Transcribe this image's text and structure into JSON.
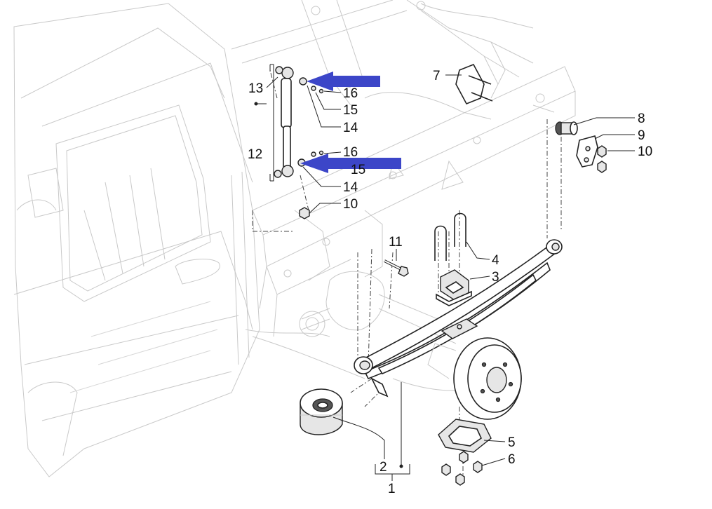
{
  "diagram": {
    "accent_color": "#3c46c8",
    "callouts": [
      {
        "id": "c13",
        "label": "13"
      },
      {
        "id": "c16a",
        "label": "16"
      },
      {
        "id": "c15",
        "label": "15"
      },
      {
        "id": "c14a",
        "label": "14"
      },
      {
        "id": "c12",
        "label": "12"
      },
      {
        "id": "c16b",
        "label": "16"
      },
      {
        "id": "c15b",
        "label": "15"
      },
      {
        "id": "c14b",
        "label": "14"
      },
      {
        "id": "c10a",
        "label": "10"
      },
      {
        "id": "c7",
        "label": "7"
      },
      {
        "id": "c8",
        "label": "8"
      },
      {
        "id": "c9",
        "label": "9"
      },
      {
        "id": "c10b",
        "label": "10"
      },
      {
        "id": "c11",
        "label": "11"
      },
      {
        "id": "c4",
        "label": "4"
      },
      {
        "id": "c3",
        "label": "3"
      },
      {
        "id": "c5",
        "label": "5"
      },
      {
        "id": "c6",
        "label": "6"
      },
      {
        "id": "c2",
        "label": "2"
      },
      {
        "id": "c1",
        "label": "1"
      }
    ],
    "highlight_arrows": [
      {
        "id": "arrow-upper",
        "target": "upper shock mount"
      },
      {
        "id": "arrow-lower",
        "target": "lower shock mount"
      }
    ]
  }
}
